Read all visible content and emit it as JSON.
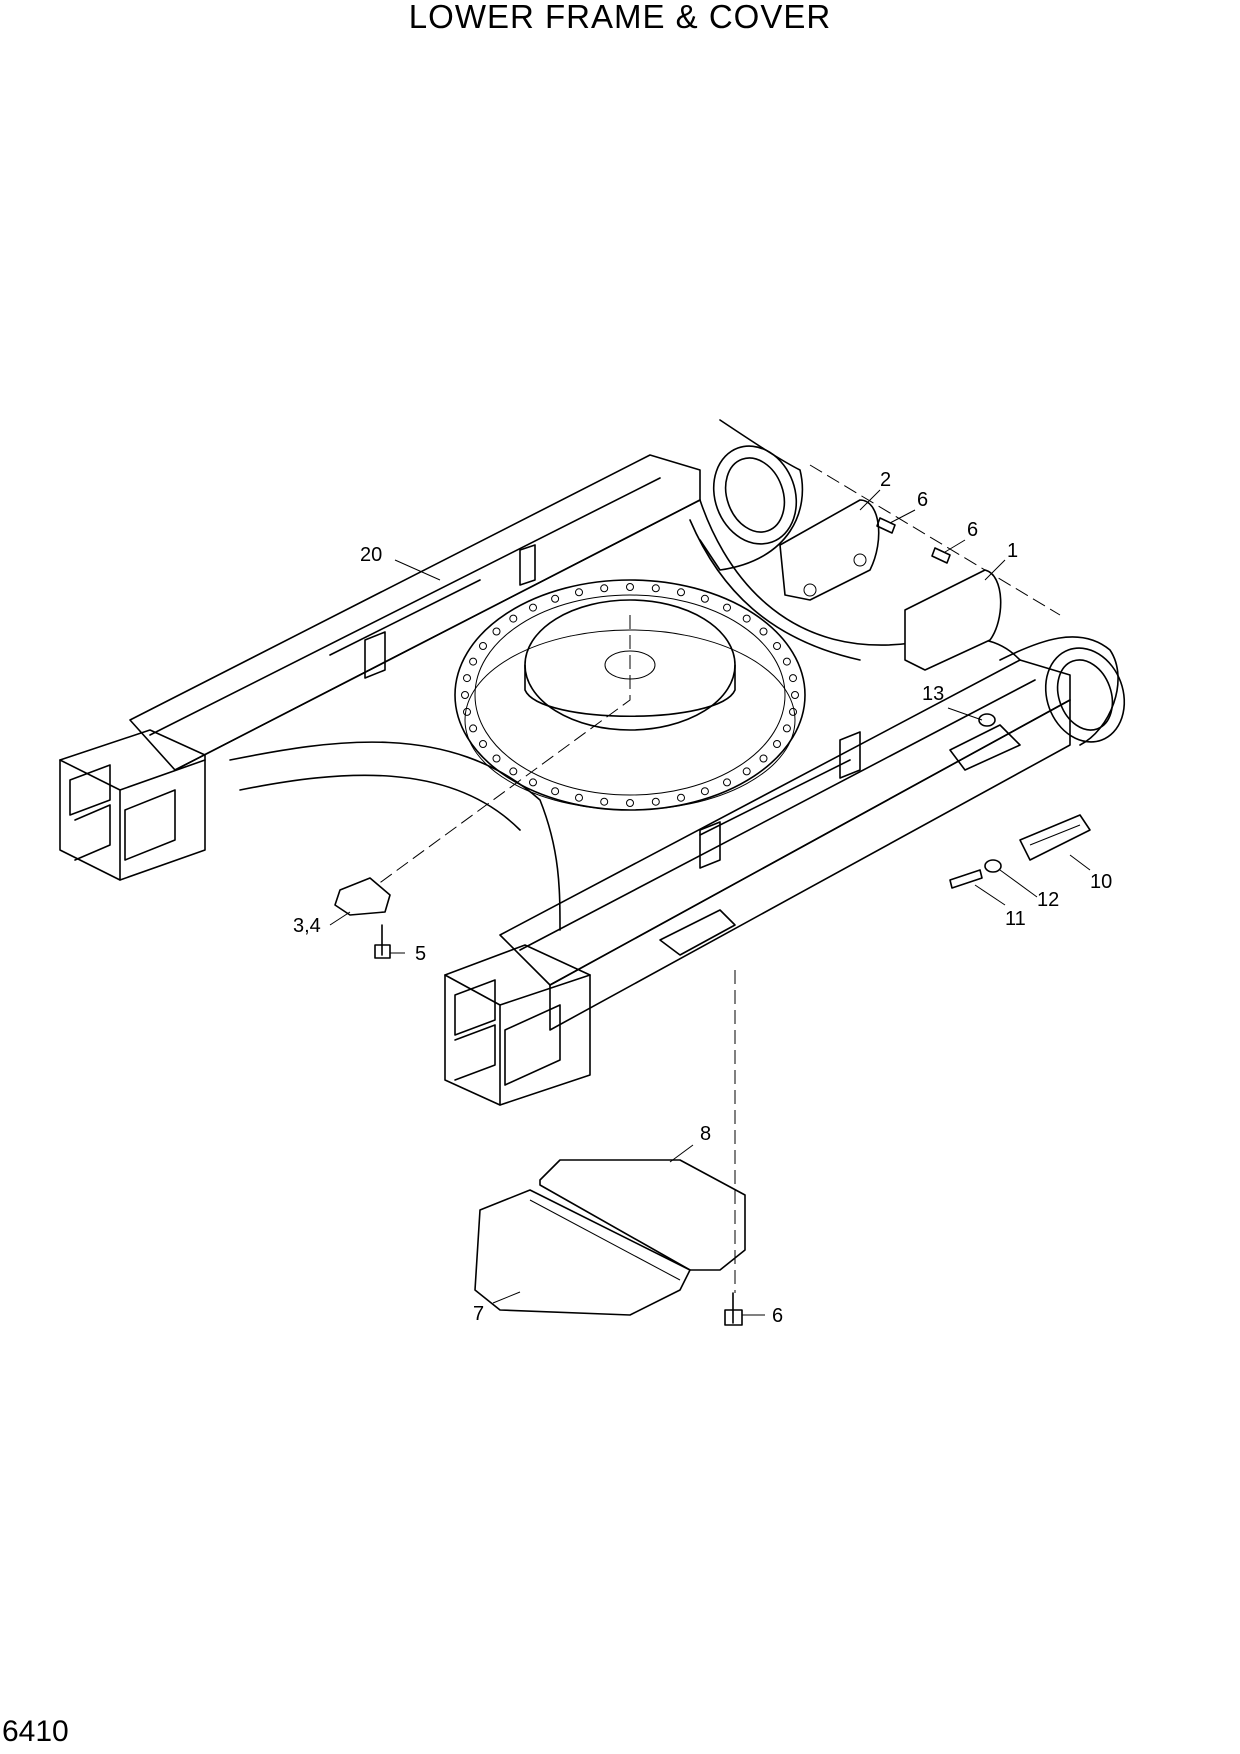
{
  "title": "LOWER FRAME & COVER",
  "page_number": "6410",
  "callouts": [
    {
      "id": "c2",
      "text": "2"
    },
    {
      "id": "c6a",
      "text": "6"
    },
    {
      "id": "c6b",
      "text": "6"
    },
    {
      "id": "c1",
      "text": "1"
    },
    {
      "id": "c20",
      "text": "20"
    },
    {
      "id": "c13",
      "text": "13"
    },
    {
      "id": "c10",
      "text": "10"
    },
    {
      "id": "c12",
      "text": "12"
    },
    {
      "id": "c11",
      "text": "11"
    },
    {
      "id": "c34",
      "text": "3,4"
    },
    {
      "id": "c5",
      "text": "5"
    },
    {
      "id": "c8",
      "text": "8"
    },
    {
      "id": "c7",
      "text": "7"
    },
    {
      "id": "c6c",
      "text": "6"
    }
  ]
}
